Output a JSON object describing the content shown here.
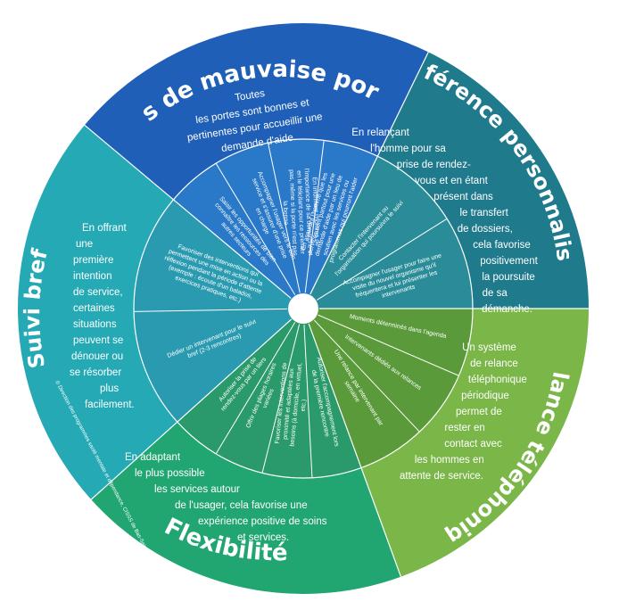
{
  "segments": [
    {
      "id": "pas-de-mauvaise-porte",
      "title": "Pas de mauvaise porte",
      "color": "#1f5fb8",
      "ring_color": "#2a78c8",
      "outer_text": [
        "Toutes",
        "les portes sont bonnes et",
        "pertinentes pour accueillir une",
        "demande d'aide."
      ],
      "inner_items": [
        "Saisir les opportunités de bien connaître les ressources des autres secteurs",
        "Accompagner l'usager vers le bon service et s'assurer d'une prise en charge",
        "En informant l'homme de l'importance de sa démarche et en le félicitant pour ce premier pas, même si la porte n'est pas la bonne",
        "En assurant l'homme que les services sont partout pour une demande d'aide par un lieu de soutien avec les services ou programmes qui pourront l'aider"
      ]
    },
    {
      "id": "reference-personnalisee",
      "title": "Référence personnalisée",
      "color": "#1f7a8c",
      "ring_color": "#2a8c98",
      "outer_text": [
        "En relançant",
        "l'homme pour sa",
        "prise de rendez-",
        "vous et en étant",
        "présent dans",
        "le transfert",
        "de dossiers,",
        "cela favorise",
        "positivement",
        "la poursuite",
        "de sa",
        "démanche."
      ],
      "inner_items": [
        "Contacter l'intervenant ou l'organisation qui poursuivra le suivi",
        "Accompagner l'usager pour faire une visite du nouvel organisme qu'il fréquentera et lui présenter les intervenants"
      ]
    },
    {
      "id": "relance-telephonique",
      "title": "Relance téléphonique",
      "color": "#7ab648",
      "ring_color": "#5a9a3a",
      "outer_text": [
        "Un système",
        "de relance",
        "téléphonique",
        "périodique",
        "permet de",
        "rester en",
        "contact avec",
        "les hommes en",
        "attente de service."
      ],
      "inner_items": [
        "Moments déterminés dans l'agenda",
        "Intervenants dédiés aux relances",
        "Une relance par intervenant par semaine"
      ]
    },
    {
      "id": "flexibilite",
      "title": "Flexibilité",
      "color": "#21a672",
      "ring_color": "#2a9a6a",
      "outer_text": [
        "En adaptant",
        "le plus possible",
        "les services autour",
        "de l'usager, cela favorise une",
        "expérience positive de soins",
        "et services."
      ],
      "inner_items": [
        "Autoriser l'accompagnement lors de la première rencontre",
        "Favoriser les interventions de proximité et adaptées aux besoins (à domicile, en virtuel, etc.)",
        "Offrir des plages horaires variées",
        "Autoriser la prise de rendez-vous par un tiers"
      ]
    },
    {
      "id": "suivi-bref",
      "title": "Suivi bref",
      "color": "#25aab5",
      "ring_color": "#2a9ab0",
      "outer_text": [
        "En offrant",
        "une",
        "première",
        "intention",
        "de service,",
        "certaines",
        "situations",
        "peuvent se",
        "dénouer ou",
        "se résorber",
        "plus",
        "facilement."
      ],
      "inner_items": [
        "Dédier un intervenant pour le suivi bref (2-3 rencontres)",
        "Favoriser des interventions qui permettent une mise en action ou la réflexion pendant la période d'attente (exemple : écoute d'un balados, exercices pratiques, etc.)"
      ]
    }
  ],
  "credit": "© Direction des programmes santé mentale et dépendance, CISSS de Bas-Saint-Laurent, 2024"
}
